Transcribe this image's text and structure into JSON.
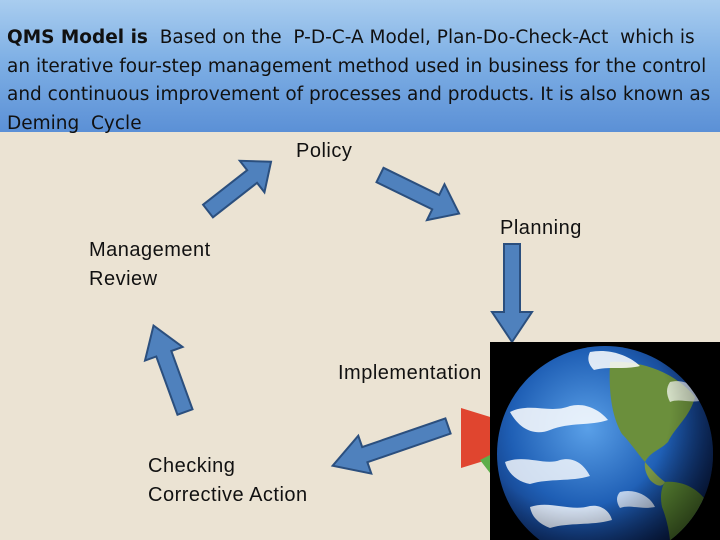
{
  "header": {
    "bold_lead": "QMS Model is",
    "text": "  Based on the  P-D-C-A Model, Plan-Do-Check-Act  which is an iterative four-step management method used in business for the control and continuous improvement of processes and products. It is also known as Deming  Cycle"
  },
  "cycle": {
    "policy": "Policy",
    "planning": "Planning",
    "management_review_line1": "Management",
    "management_review_line2": "Review",
    "implementation": "Implementation",
    "checking_line1": "Checking",
    "checking_line2": "Corrective Action"
  },
  "colors": {
    "arrow_fill": "#4f81bd",
    "arrow_stroke": "#2b4f7e",
    "header_top": "#a9cdef",
    "header_bottom": "#5b90d6",
    "background": "#ebe3d3"
  },
  "icons": [
    "arrow-up-right-icon",
    "arrow-down-right-icon",
    "arrow-down-icon",
    "arrow-down-left-icon",
    "arrow-up-left-icon",
    "earth-globe-image",
    "red-logo-shape"
  ]
}
